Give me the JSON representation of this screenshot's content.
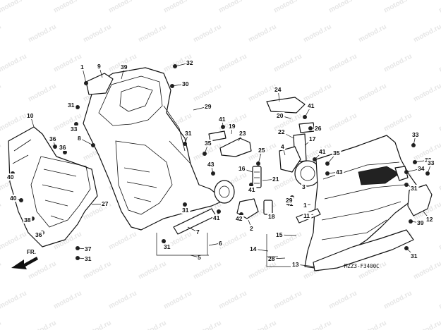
{
  "watermark": "motod.ru",
  "diagram_code": "MZZ3-F3400C",
  "fr_label": "FR.",
  "callouts": [
    "1",
    "2",
    "3",
    "4",
    "5",
    "6",
    "7",
    "8",
    "9",
    "10",
    "11",
    "12",
    "13",
    "14",
    "15",
    "16",
    "17",
    "18",
    "19",
    "20",
    "21",
    "22",
    "23",
    "24",
    "25",
    "26",
    "27",
    "28",
    "29",
    "30",
    "31",
    "32",
    "33",
    "34",
    "35",
    "36",
    "37",
    "38",
    "39",
    "40",
    "41",
    "42",
    "43"
  ]
}
